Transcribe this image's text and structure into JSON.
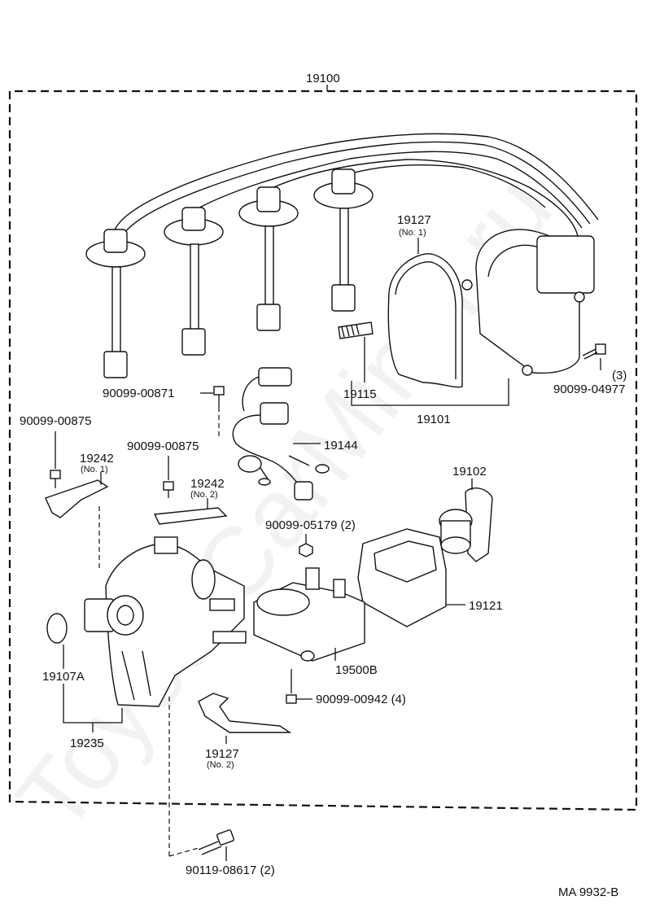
{
  "watermark": "ToyotaCarMiner.ru",
  "diagram_code": "MA 9932-B",
  "labels": {
    "assembly": "19100",
    "gasket_19127": "19127",
    "gasket_19127_sub": "(No. 1)",
    "spring": "19115",
    "cap_assy": "19101",
    "bolt_top_right": "90099-04977",
    "bolt_top_right_qty": "(3)",
    "screw_90099_00871": "90099-00871",
    "screw_90099_00875_a": "90099-00875",
    "screw_90099_00875_b": "90099-00875",
    "wiring": "19144",
    "bracket_19242_a": "19242",
    "bracket_19242_a_sub": "(No. 1)",
    "bracket_19242_b": "19242",
    "bracket_19242_b_sub": "(No. 2)",
    "rotor": "19102",
    "nut": "90099-05179 (2)",
    "cover": "19121",
    "oring": "19107A",
    "coil": "19500B",
    "screw_90099_00942": "90099-00942 (4)",
    "housing": "19235",
    "gasket_19127_b": "19127",
    "gasket_19127_b_sub": "(No. 2)",
    "bolt_bottom": "90119-08617 (2)"
  }
}
